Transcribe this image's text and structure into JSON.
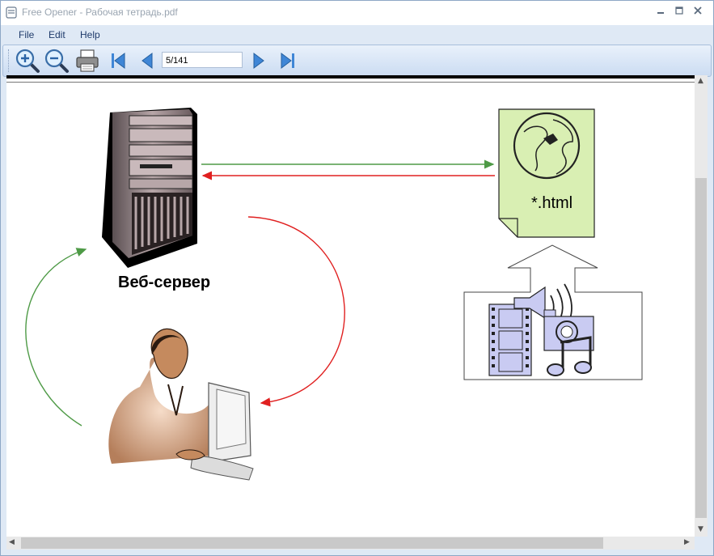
{
  "window": {
    "title": "Free Opener - Рабочая тетрадь.pdf"
  },
  "menu": {
    "items": [
      "File",
      "Edit",
      "Help"
    ]
  },
  "toolbar": {
    "page_field": "5/141"
  },
  "slide": {
    "server_label": "Веб-сервер",
    "file_label": "*.html"
  },
  "colors": {
    "green_arrow": "#4e9a46",
    "red_arrow": "#e02020",
    "doc_fill": "#d9efb3",
    "media_fill": "#c9cbf2"
  }
}
